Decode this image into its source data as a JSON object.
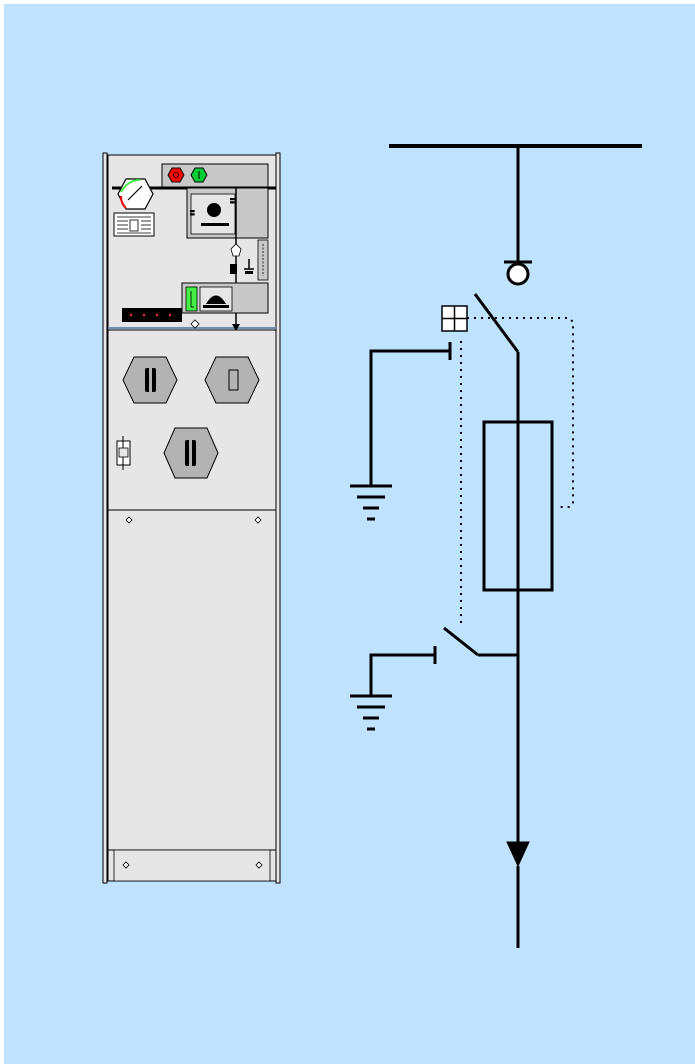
{
  "colors": {
    "background": "#bfe3ff",
    "panel_face": "#e6e6e6",
    "control_box": "#c8c8c8",
    "knob_grey": "#b3b3b3",
    "open_button": "#ff0000",
    "close_button": "#00cc33",
    "indicator_green": "#44ee44",
    "line": "#000000"
  },
  "diagram": {
    "components": [
      "busbar",
      "bushing-insulator",
      "switch-disconnector",
      "trip-coil",
      "upper-earthing-switch",
      "fuse",
      "lower-earthing-switch",
      "cable-outgoing-arrow"
    ],
    "mechanical_links": [
      "switch-to-earthing-linkage",
      "fuse-trip-linkage"
    ]
  },
  "panel": {
    "compartments": [
      "control-compartment",
      "operating-compartment",
      "cable-compartment",
      "base-plinth"
    ],
    "icons": [
      "open-button-icon",
      "close-button-icon",
      "pressure-gauge-icon",
      "padlock-icon"
    ]
  }
}
